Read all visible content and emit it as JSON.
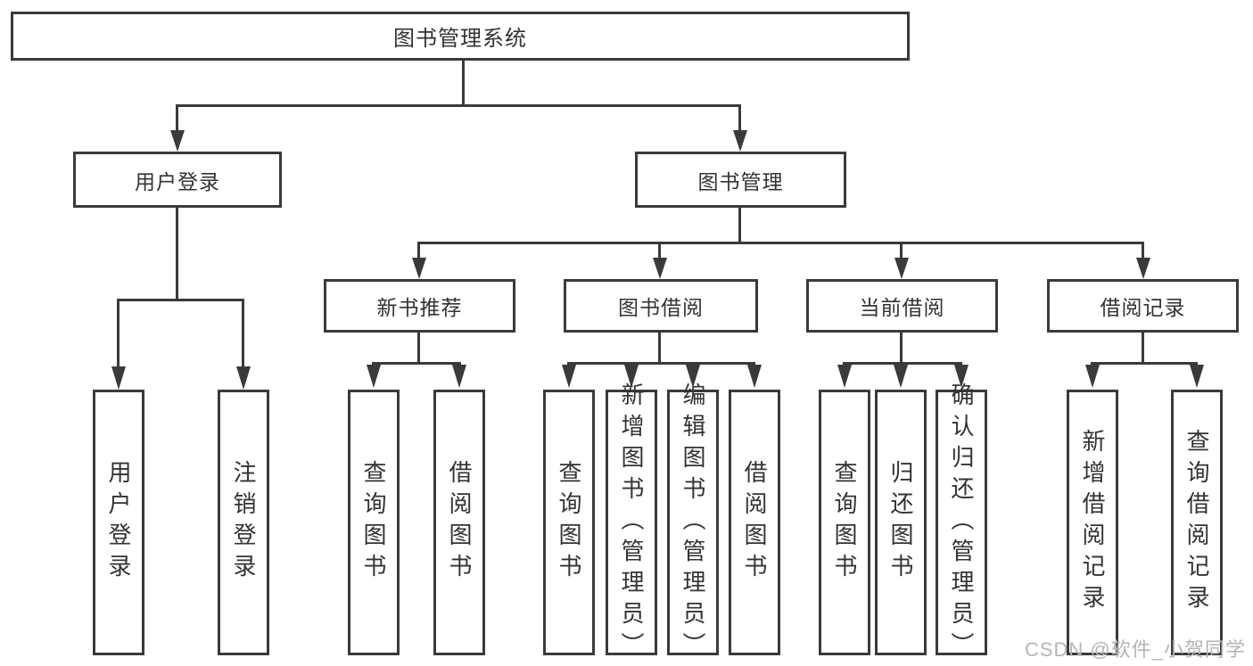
{
  "diagram": {
    "root_label": "图书管理系统",
    "level2": {
      "user_login_label": "用户登录",
      "book_mgmt_label": "图书管理"
    },
    "level3": {
      "new_book_label": "新书推荐",
      "book_borrow_label": "图书借阅",
      "current_borrow_label": "当前借阅",
      "borrow_record_label": "借阅记录"
    },
    "leaves": {
      "login": [
        "用户登录",
        "注销登录"
      ],
      "new_book": [
        "查询图书",
        "借阅图书"
      ],
      "book_borrow": [
        "查询图书",
        "新增图书（管理员）",
        "编辑图书（管理员）",
        "借阅图书"
      ],
      "current_borrow": [
        "查询图书",
        "归还图书",
        "确认归还（管理员）"
      ],
      "borrow_record": [
        "新增借阅记录",
        "查询借阅记录"
      ]
    }
  },
  "watermark": "CSDN @软件_小贺同学",
  "colors": {
    "line": "#3a3a3a",
    "text": "#333333",
    "watermark": "#b5b5b5",
    "background": "#ffffff"
  }
}
